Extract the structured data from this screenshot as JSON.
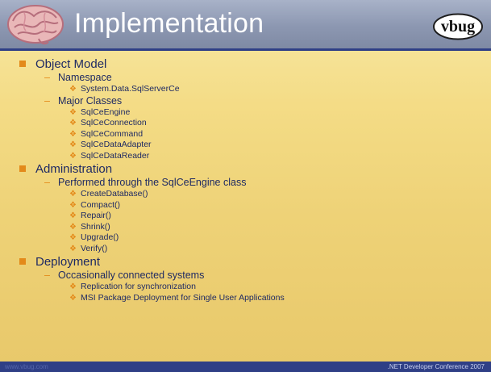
{
  "slide": {
    "title": "Implementation",
    "logo_text": "vbug",
    "brain_icon": "brain-icon"
  },
  "content": {
    "sections": [
      {
        "heading": "Object Model",
        "subs": [
          {
            "label": "Namespace",
            "items": [
              "System.Data.SqlServerCe"
            ]
          },
          {
            "label": "Major Classes",
            "items": [
              "SqlCeEngine",
              "SqlCeConnection",
              "SqlCeCommand",
              "SqlCeDataAdapter",
              "SqlCeDataReader"
            ]
          }
        ]
      },
      {
        "heading": "Administration",
        "subs": [
          {
            "label": "Performed through the SqlCeEngine class",
            "items": [
              "CreateDatabase()",
              "Compact()",
              "Repair()",
              "Shrink()",
              "Upgrade()",
              "Verify()"
            ]
          }
        ]
      },
      {
        "heading": "Deployment",
        "subs": [
          {
            "label": "Occasionally connected systems",
            "items": [
              "Replication for synchronization",
              "MSI Package Deployment for Single User Applications"
            ]
          }
        ]
      }
    ]
  },
  "footer": {
    "left": "www.vbug.com",
    "right": ".NET Developer Conference 2007"
  },
  "colors": {
    "accent": "#e38a1a",
    "text": "#1f2a63",
    "rule": "#2f3f86"
  }
}
